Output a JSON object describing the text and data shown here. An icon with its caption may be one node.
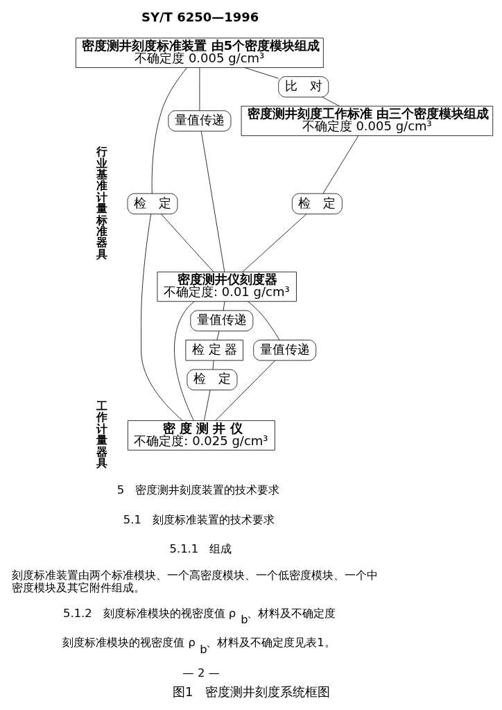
{
  "diagram": {
    "caption": "图1　密度测井刻度系统框图",
    "nodes": [
      {
        "text": [
          "密度测井刻度标准装置 由5个密度模块组成",
          "不确定度 0.005 g/cm³"
        ]
      },
      {
        "text": [
          "检　定"
        ]
      },
      {
        "text": [
          "量值传递"
        ]
      },
      {
        "text": [
          "比　对"
        ]
      },
      {
        "text": [
          "密度测井刻度工作标准 由三个密度模块组成",
          "不确定度 0.005 g/cm³"
        ]
      },
      {
        "text": [
          "检　定"
        ]
      },
      {
        "text": [
          "密度测井仪刻度器",
          "不确定度: 0.01 g/cm³"
        ]
      },
      {
        "text": [
          "量值传递"
        ]
      },
      {
        "text": [
          "检 定 器"
        ]
      },
      {
        "text": [
          "量值传递"
        ]
      },
      {
        "text": [
          "检　定"
        ]
      },
      {
        "text": [
          "密 度 测 井 仪",
          "不确定度: 0.025 g/cm³"
        ]
      }
    ],
    "edges": [
      {
        "from": 0,
        "to": 1,
        "arrow": "none"
      },
      {
        "from": 0,
        "to": 2,
        "arrow": "none"
      },
      {
        "from": 0,
        "to": 3,
        "arrow": "none"
      },
      {
        "from": 1,
        "to": 6,
        "arrow": "none"
      },
      {
        "from": 1,
        "to": 11,
        "arrow": "none"
      },
      {
        "from": 2,
        "to": 6,
        "arrow": "none"
      },
      {
        "from": 3,
        "to": 4,
        "arrow": "none"
      },
      {
        "from": 4,
        "to": 5,
        "arrow": "none"
      },
      {
        "from": 5,
        "to": 6,
        "arrow": "none"
      },
      {
        "from": 6,
        "to": 7,
        "arrow": "none"
      },
      {
        "from": 7,
        "to": 8,
        "arrow": "none"
      },
      {
        "from": 6,
        "to": 9,
        "arrow": "none"
      },
      {
        "from": 9,
        "to": 11,
        "arrow": "none"
      },
      {
        "from": 8,
        "to": 10,
        "arrow": "none"
      },
      {
        "from": 10,
        "to": 11,
        "arrow": "none"
      },
      {
        "from": 6,
        "to": 11,
        "arrow": "none"
      }
    ],
    "labels": [
      "SY/T 6250—1996",
      "行业基准计量标准器具",
      "工作计量器具",
      "5　密度测井刻度装置的技术要求",
      "5.1　刻度标准装置的技术要求",
      "5.1.1　组成",
      "刻度标准装置由两个标准模块、一个高密度模块、一个低密度模块、一个中密度模块及其它附件组成。",
      "5.1.2　刻度标准模块的视密度值 ρ$_{b}$、材料及不确定度",
      "刻度标准模块的视密度值 ρ$_{b}$、材料及不确定度见表1。",
      "— 2 —"
    ]
  }
}
